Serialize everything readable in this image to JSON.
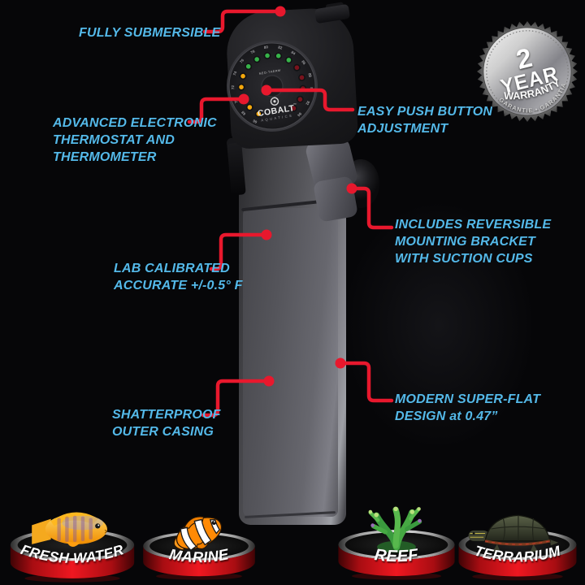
{
  "product": {
    "brand": "COBALT",
    "brand_tm": "™",
    "brand_sub": "AQUATICS",
    "dial_model": "NEO-THERM",
    "dial_temps": [
      66,
      68,
      70,
      72,
      74,
      76,
      78,
      80,
      82,
      84,
      86,
      88,
      90,
      92,
      94
    ]
  },
  "callouts": [
    {
      "id": "fully-submersible",
      "lines": [
        "FULLY SUBMERSIBLE"
      ]
    },
    {
      "id": "advanced-thermostat",
      "lines": [
        "ADVANCED ELECTRONIC",
        "THERMOSTAT AND",
        "THERMOMETER"
      ]
    },
    {
      "id": "easy-push-button",
      "lines": [
        "EASY PUSH BUTTON",
        "ADJUSTMENT"
      ]
    },
    {
      "id": "mounting-bracket",
      "lines": [
        "INCLUDES REVERSIBLE",
        "MOUNTING BRACKET",
        "WITH SUCTION CUPS"
      ]
    },
    {
      "id": "lab-calibrated",
      "lines": [
        "LAB CALIBRATED",
        "ACCURATE +/-0.5° F"
      ]
    },
    {
      "id": "shatterproof",
      "lines": [
        "SHATTERPROOF",
        "OUTER CASING"
      ]
    },
    {
      "id": "super-flat",
      "lines": [
        "MODERN SUPER-FLAT",
        "DESIGN at 0.47”"
      ]
    }
  ],
  "warranty_badge": {
    "line1": "2",
    "line2": "YEAR",
    "line3": "WARRANTY",
    "curved_text": "• GARANTIE • GARANTIA •"
  },
  "category_badges": [
    {
      "label": "FRESH WATER",
      "icon": "cichlid-fish-icon"
    },
    {
      "label": "MARINE",
      "icon": "clownfish-icon"
    },
    {
      "label": "REEF",
      "icon": "coral-icon"
    },
    {
      "label": "TERRARIUM",
      "icon": "turtle-icon"
    }
  ],
  "colors": {
    "callout_text": "#54b9e9",
    "callout_line": "#e8182d",
    "badge_band_red": "#e01018",
    "led_amber": "#f5a80c",
    "led_green": "#37b34a",
    "led_red": "#7a131d"
  }
}
